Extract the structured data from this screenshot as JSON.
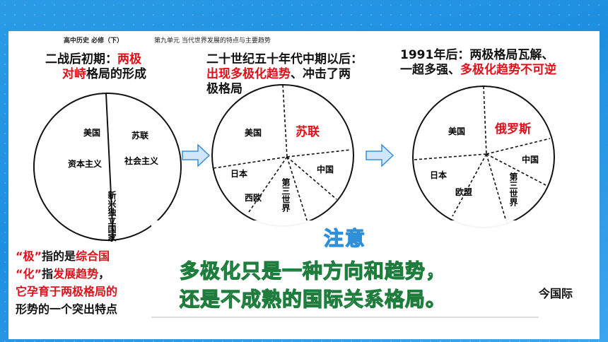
{
  "header": {
    "course": "高中历史 必修（下）",
    "unit": "第九单元  当代世界发展的特点与主要趋势"
  },
  "stages": [
    {
      "title_line1_black": "二战后初期：",
      "title_line1_red": "两极",
      "title_line2_red": "对峙",
      "title_line2_black": "格局的形成"
    },
    {
      "title_line1_black": "二十世纪五十年代中期以后：",
      "title_line2_red": "出现多极化趋势",
      "title_line2_black": "、冲击了两",
      "title_line3_black": "极格局"
    },
    {
      "title_line1_black": "1991年后：两极格局瓦解、",
      "title_line2_black": "一超多强、",
      "title_line2_red": "多极化趋势不可逆"
    }
  ],
  "pie1": {
    "usa": "美国",
    "ussr": "苏联",
    "capitalism": "资本主义",
    "socialism": "社会主义",
    "newly_independent": "新兴独立国家"
  },
  "pie2": {
    "usa": "美国",
    "ussr": "苏联",
    "japan": "日本",
    "west_europe": "西欧",
    "china": "中国",
    "third_world": "第三世界"
  },
  "pie3": {
    "usa": "美国",
    "russia": "俄罗斯",
    "japan": "日本",
    "eu": "欧盟",
    "china": "中国",
    "third_world": "第三世界"
  },
  "bottom": {
    "line1_q": "“极”",
    "line1_a": "指的是",
    "line1_red": "综合国",
    "line2_q": "“化”",
    "line2_a": "指",
    "line2_red": "发展趋势",
    "line2_b": "，",
    "line3_red": "它孕育于两极格局的",
    "line4": "形势的一个突出特点",
    "right_tail": "今国际"
  },
  "note": {
    "title": "注意",
    "line1": "多极化只是一种方向和趋势，",
    "line2": "还是不成熟的国际关系格局。"
  },
  "colors": {
    "background": "#1e8fe0",
    "accent_red": "#e0101b",
    "note_title": "#2f8fd8",
    "note_text_stroke": "#1e7d3c"
  }
}
